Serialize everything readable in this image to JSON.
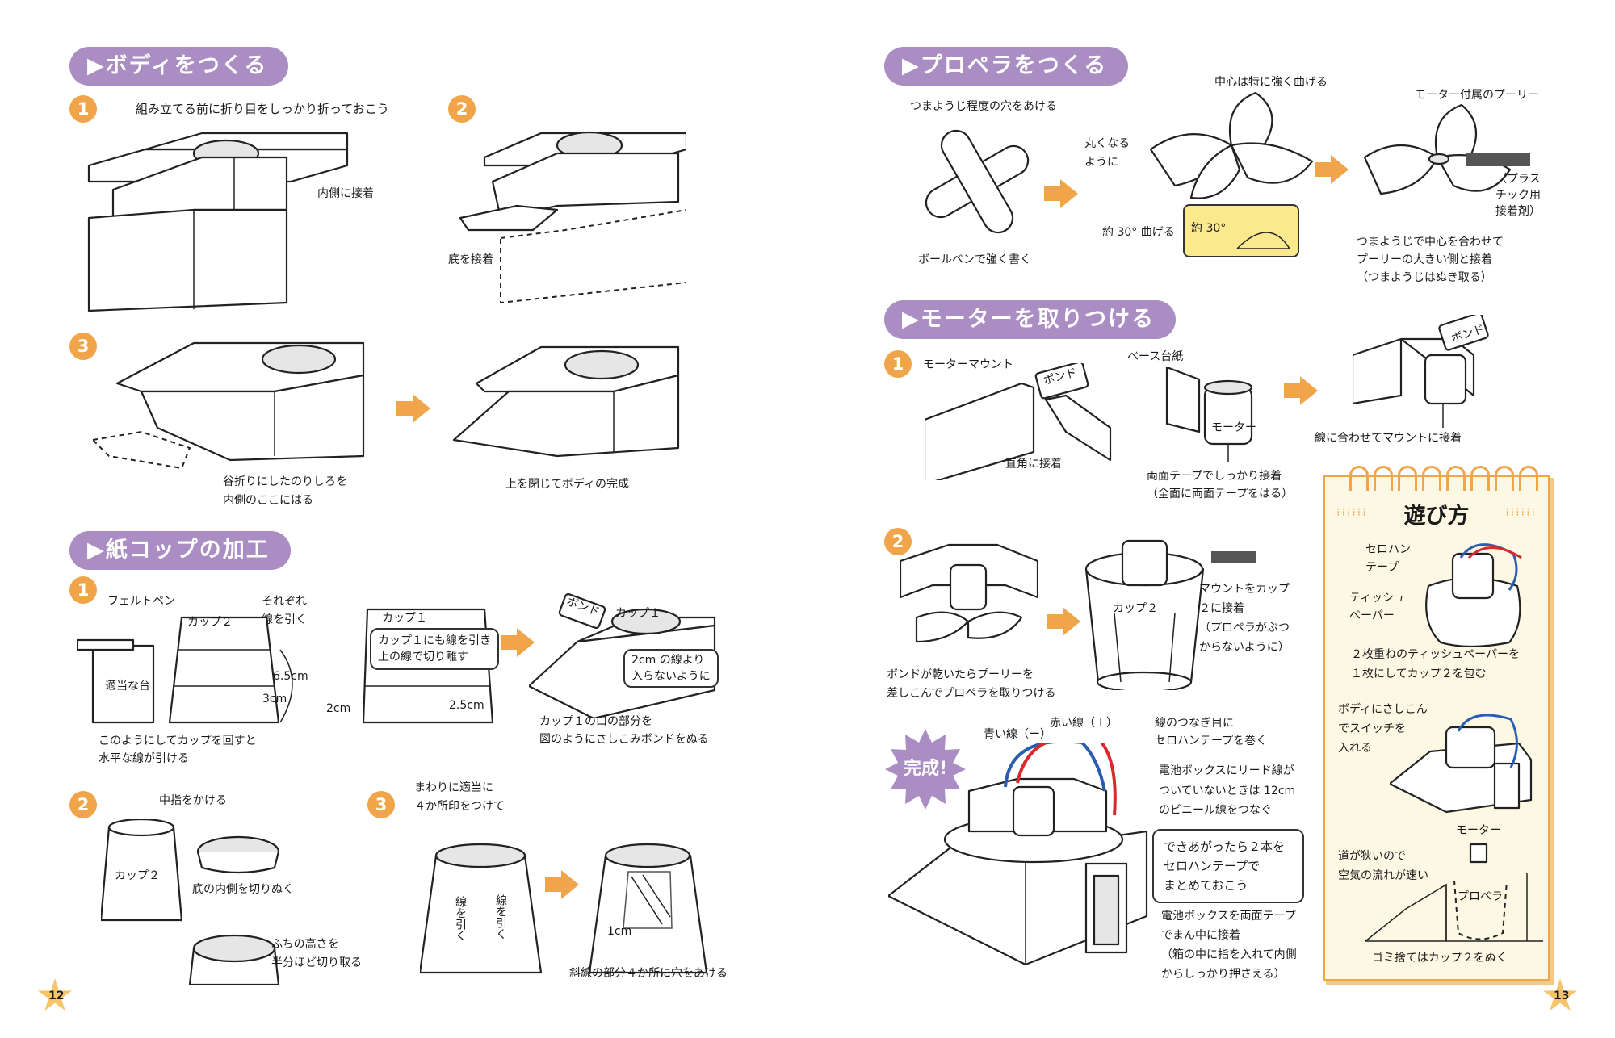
{
  "left_page": {
    "sections": [
      {
        "title": "▶ボディをつくる"
      },
      {
        "title": "▶紙コップの加工"
      }
    ],
    "body_steps": {
      "s1": {
        "num": "1",
        "caption": "組み立てる前に折り目をしっかり折っておこう",
        "note": "内側に接着"
      },
      "s2": {
        "num": "2",
        "note": "底を接着"
      },
      "s3": {
        "num": "3",
        "note1": "谷折りにしたのりしろを",
        "note2": "内側のここにはる",
        "done": "上を閉じてボディの完成"
      }
    },
    "cup_steps": {
      "s1": {
        "num": "1",
        "pen": "フェルトペン",
        "each1": "それぞれ",
        "each2": "線を引く",
        "cup2": "カップ２",
        "stand1": "適当な台",
        "h1": "6.5cm",
        "h2": "3cm",
        "cap1": "このようにしてカップを回すと",
        "cap2": "水平な線が引ける",
        "cup1": "カップ１",
        "note1": "カップ１にも線を引き",
        "note2": "上の線で切り離す",
        "w1": "2cm",
        "w2": "2.5cm",
        "bond": "ボンド",
        "cup1b": "カップ１",
        "keep1": "2cm の線より",
        "keep2": "入らないように",
        "cap3": "カップ１の口の部分を",
        "cap4": "図のようにさしこみボンドをぬる"
      },
      "s2": {
        "num": "2",
        "finger": "中指をかける",
        "cup2": "カップ２",
        "cut1": "底の内側を切りぬく",
        "cut2a": "ふちの高さを",
        "cut2b": "半分ほど切り取る"
      },
      "s3": {
        "num": "3",
        "mark1": "まわりに適当に",
        "mark2": "４か所印をつけて",
        "line": "線を引く",
        "cm": "1cm",
        "holes": "斜線の部分４か所に穴をあける"
      }
    },
    "page_number": "12"
  },
  "right_page": {
    "sections": [
      {
        "title": "▶プロペラをつくる"
      },
      {
        "title": "▶モーターを取りつける"
      }
    ],
    "propeller": {
      "hole": "つまようじ程度の穴をあける",
      "pen": "ボールペンで強く書く",
      "round1": "丸くなる",
      "round2": "ように",
      "center": "中心は特に強く曲げる",
      "bend": "約 30° 曲げる",
      "angle": "約 30°",
      "pulley": "モーター付属のプーリー",
      "glue1": "（プラス",
      "glue2": "チック用",
      "glue3": "接着剤）",
      "align1": "つまようじで中心を合わせて",
      "align2": "プーリーの大きい側と接着",
      "align3": "（つまようじはぬき取る）"
    },
    "motor": {
      "s1": {
        "num": "1",
        "mount": "モーターマウント",
        "bond": "ボンド",
        "right_angle": "直角に接着",
        "base": "ベース台紙",
        "motor": "モーター",
        "tape1": "両面テープでしっかり接着",
        "tape2": "（全面に両面テープをはる）",
        "bond2": "ボンド",
        "line": "線に合わせてマウントに接着"
      },
      "s2": {
        "num": "2",
        "dry1": "ボンドが乾いたらプーリーを",
        "dry2": "差しこんでプロペラを取りつける",
        "cup2": "カップ２",
        "attach1": "マウントをカップ",
        "attach2": "２に接着",
        "attach3": "（プロペラがぶつ",
        "attach4": "からないように）"
      },
      "done": {
        "burst": "完成!",
        "blue": "青い線（ー）",
        "red": "赤い線（＋）",
        "joint1": "線のつなぎ目に",
        "joint2": "セロハンテープを巻く",
        "battery1": "電池ボックスにリード線が",
        "battery2": "ついていないときは 12cm",
        "battery3": "のビニール線をつなぐ",
        "tip1": "できあがったら２本を",
        "tip2": "セロハンテープで",
        "tip3": "まとめておこう",
        "box1": "電池ボックスを両面テープ",
        "box2": "でまん中に接着",
        "box3": "（箱の中に指を入れて内側",
        "box4": "からしっかり押さえる）"
      }
    },
    "play": {
      "title": "遊び方",
      "cello1": "セロハン",
      "cello2": "テープ",
      "tissue1": "ティッシュ",
      "tissue2": "ペーパー",
      "wrap1": "２枚重ねのティッシュペーパーを",
      "wrap2": "１枚にしてカップ２を包む",
      "insert1": "ボディにさしこん",
      "insert2": "でスイッチを",
      "insert3": "入れる",
      "motor": "モーター",
      "narrow1": "道が狭いので",
      "narrow2": "空気の流れが速い",
      "prop": "プロペラ",
      "trash": "ゴミ捨てはカップ２をぬく"
    },
    "page_number": "13"
  },
  "colors": {
    "section_pill": "#a98dc3",
    "step_number": "#f1a54a",
    "arrow": "#f1a54a",
    "play_box_bg": "#fdf8e4",
    "angle_box": "#fbe98e",
    "wire_red": "#d8292f",
    "wire_blue": "#2a5db0"
  }
}
